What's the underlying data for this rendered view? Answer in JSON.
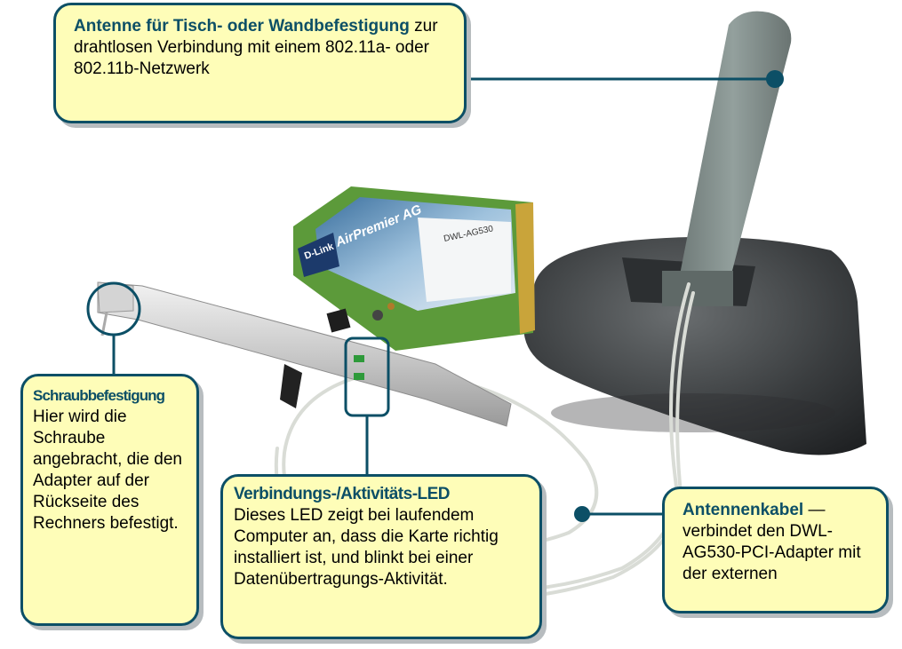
{
  "callouts": {
    "antenna": {
      "title": "Antenne für Tisch- oder Wandbefestigung",
      "body": " zur drahtlosen Verbindung mit einem 802.11a- oder 802.11b-Netzwerk"
    },
    "screw": {
      "title": "Schraubbefestigung",
      "body": "Hier wird die Schraube angebracht, die den Adapter auf der Rückseite des Rechners befestigt."
    },
    "led": {
      "title": "Verbindungs-/Aktivitäts-LED",
      "body": "Dieses LED zeigt bei laufendem Computer an, dass die Karte richtig installiert ist, und blinkt bei einer Datenübertragungs-Aktivität."
    },
    "cable": {
      "title": "Antennenkabel",
      "body": " — verbindet den DWL-AG530-PCI-Adapter mit der externen"
    }
  },
  "card": {
    "brand": "D-Link",
    "product": "AirPremier AG",
    "model": "DWL-AG530"
  },
  "colors": {
    "callout_fill": "#fefdb8",
    "callout_border": "#0c4f66",
    "pcb_green": "#5c9a3a",
    "antenna_gray": "#7f8a88",
    "base_dark": "#3b3e40"
  }
}
